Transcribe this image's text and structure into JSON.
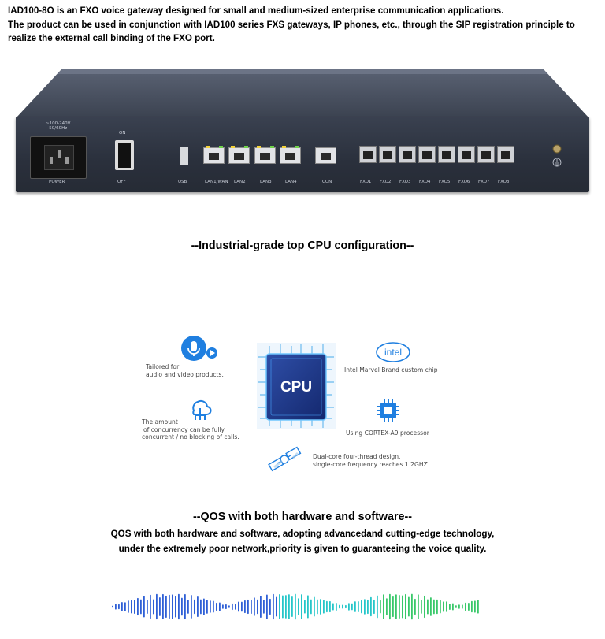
{
  "intro": {
    "line1": "IAD100-8O is an FXO voice gateway designed for small and medium-sized enterprise communication applications.",
    "line2": "The product can be used in conjunction with IAD100 series FXS gateways, IP phones, etc., through the SIP registration principle to realize the external call binding of the FXO port."
  },
  "device": {
    "power_rating": "~100-240V\n50/60Hz",
    "power_label": "POWER",
    "on_label": "ON",
    "off_label": "OFF",
    "usb_label": "USB",
    "lan_ports": [
      "LAN1/WAN",
      "LAN2",
      "LAN3",
      "LAN4"
    ],
    "con_label": "CON",
    "fxo_ports": [
      "FXO1",
      "FXO2",
      "FXO3",
      "FXO4",
      "FXO5",
      "FXO6",
      "FXO7",
      "FXO8"
    ],
    "led_colors": [
      "#f3d23a",
      "#6fd24a"
    ]
  },
  "cpu_section": {
    "heading": "--Industrial-grade top CPU configuration--",
    "chip_label": "CPU",
    "features": {
      "av": [
        "Tailored for",
        "audio and video products."
      ],
      "intel_logo": "intel",
      "intel": "Intel Marvel Brand custom chip",
      "concurrency": [
        "The amount",
        "of concurrency can be fully",
        "concurrent / no blocking of calls."
      ],
      "cortex": "Using CORTEX-A9 processor",
      "dualcore": [
        "Dual-core four-thread design,",
        "single-core frequency reaches 1.2GHZ."
      ]
    },
    "accent": "#1f7fe0"
  },
  "qos_section": {
    "heading": "--QOS with both hardware and software--",
    "line1": "QOS with both hardware and software, adopting advancedand cutting-edge technology,",
    "line2": "under the extremely poor network,priority is given to guaranteeing the voice quality."
  },
  "wave_colors": [
    "#2e5fd6",
    "#26c6c9",
    "#39c86a"
  ]
}
